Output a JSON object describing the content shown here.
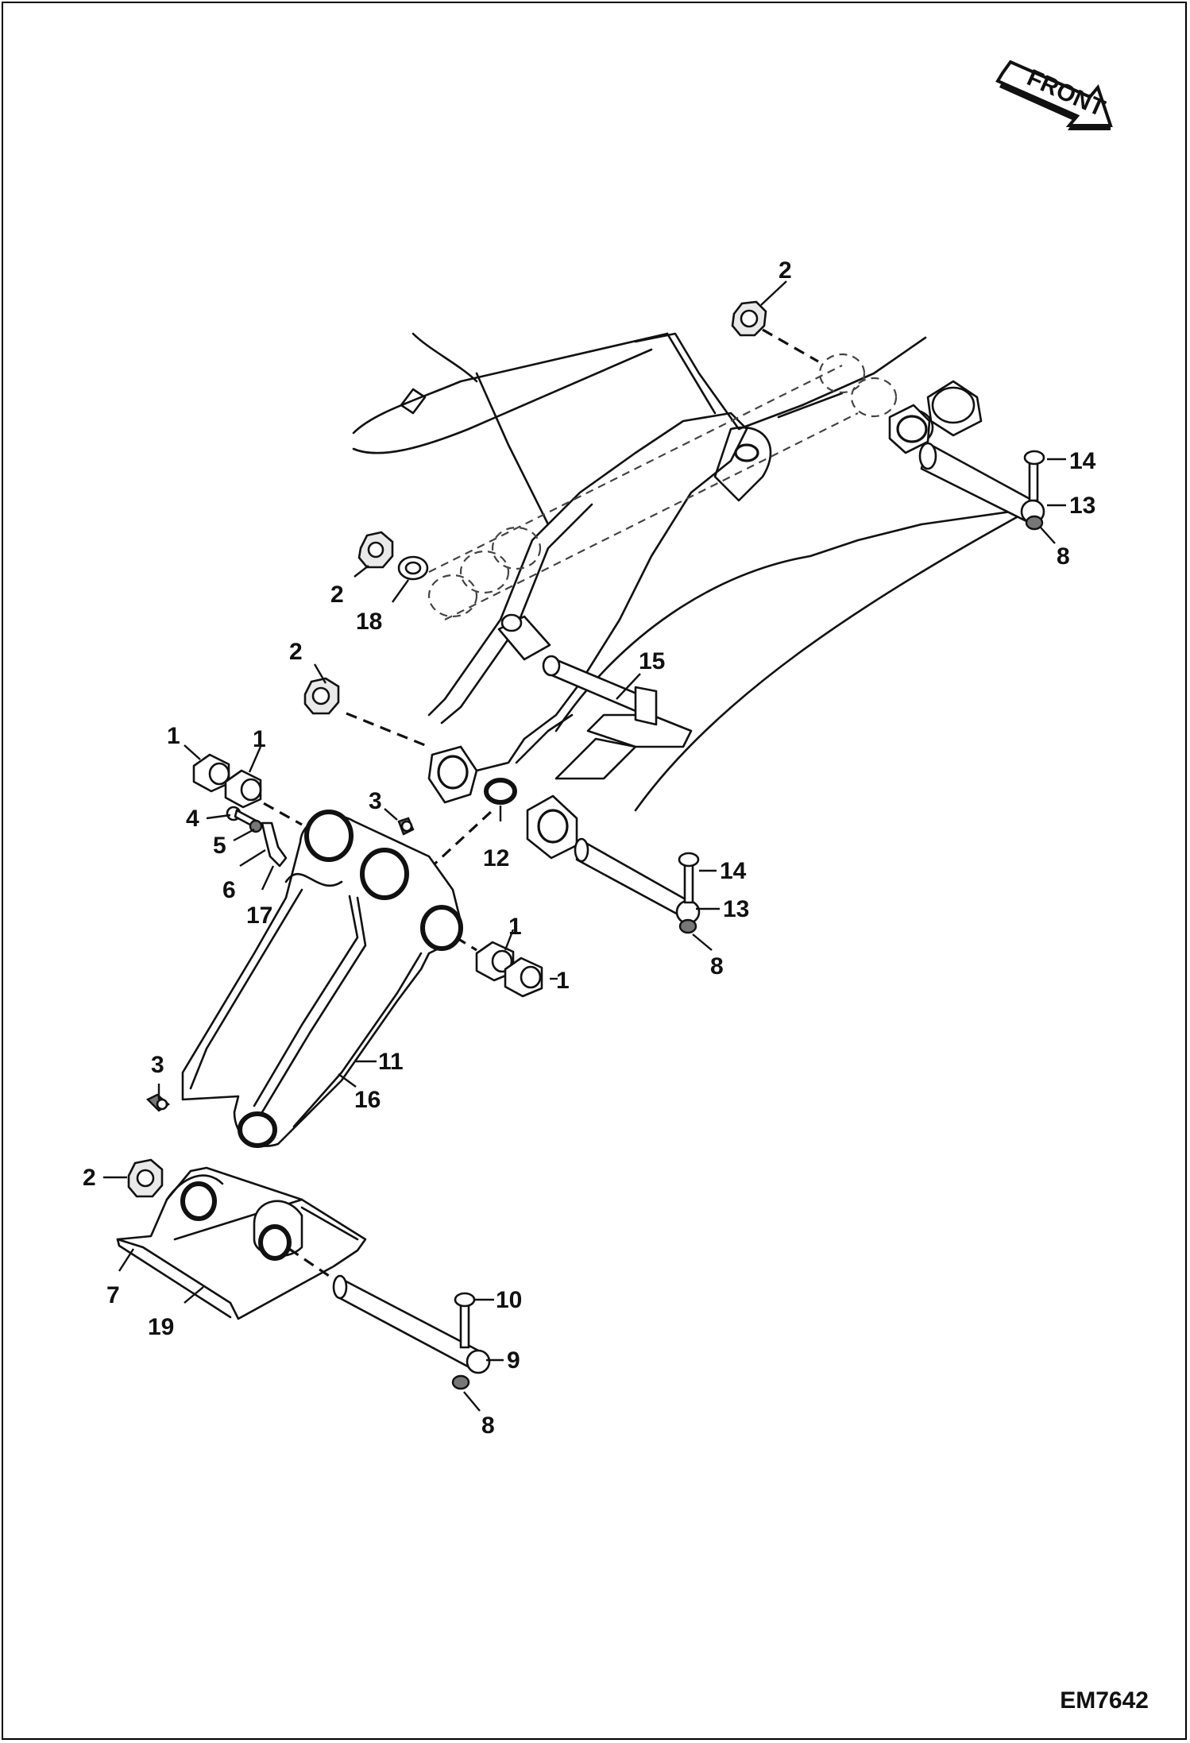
{
  "figure": {
    "drawing_id": "EM7642",
    "front_label": "FRONT"
  },
  "callouts": {
    "c2_top": "2",
    "c2_mid": "2",
    "c18": "18",
    "c2_left": "2",
    "c15": "15",
    "c14_top": "14",
    "c13_top": "13",
    "c8_top": "8",
    "c1_a": "1",
    "c1_b": "1",
    "c3_top": "3",
    "c4": "4",
    "c5": "5",
    "c6": "6",
    "c17": "17",
    "c12": "12",
    "c14_mid": "14",
    "c13_mid": "13",
    "c8_mid": "8",
    "c1_c": "1",
    "c1_d": "1",
    "c11": "11",
    "c16": "16",
    "c3_bot": "3",
    "c2_bot": "2",
    "c7": "7",
    "c19": "19",
    "c10": "10",
    "c9": "9",
    "c8_bot": "8"
  }
}
